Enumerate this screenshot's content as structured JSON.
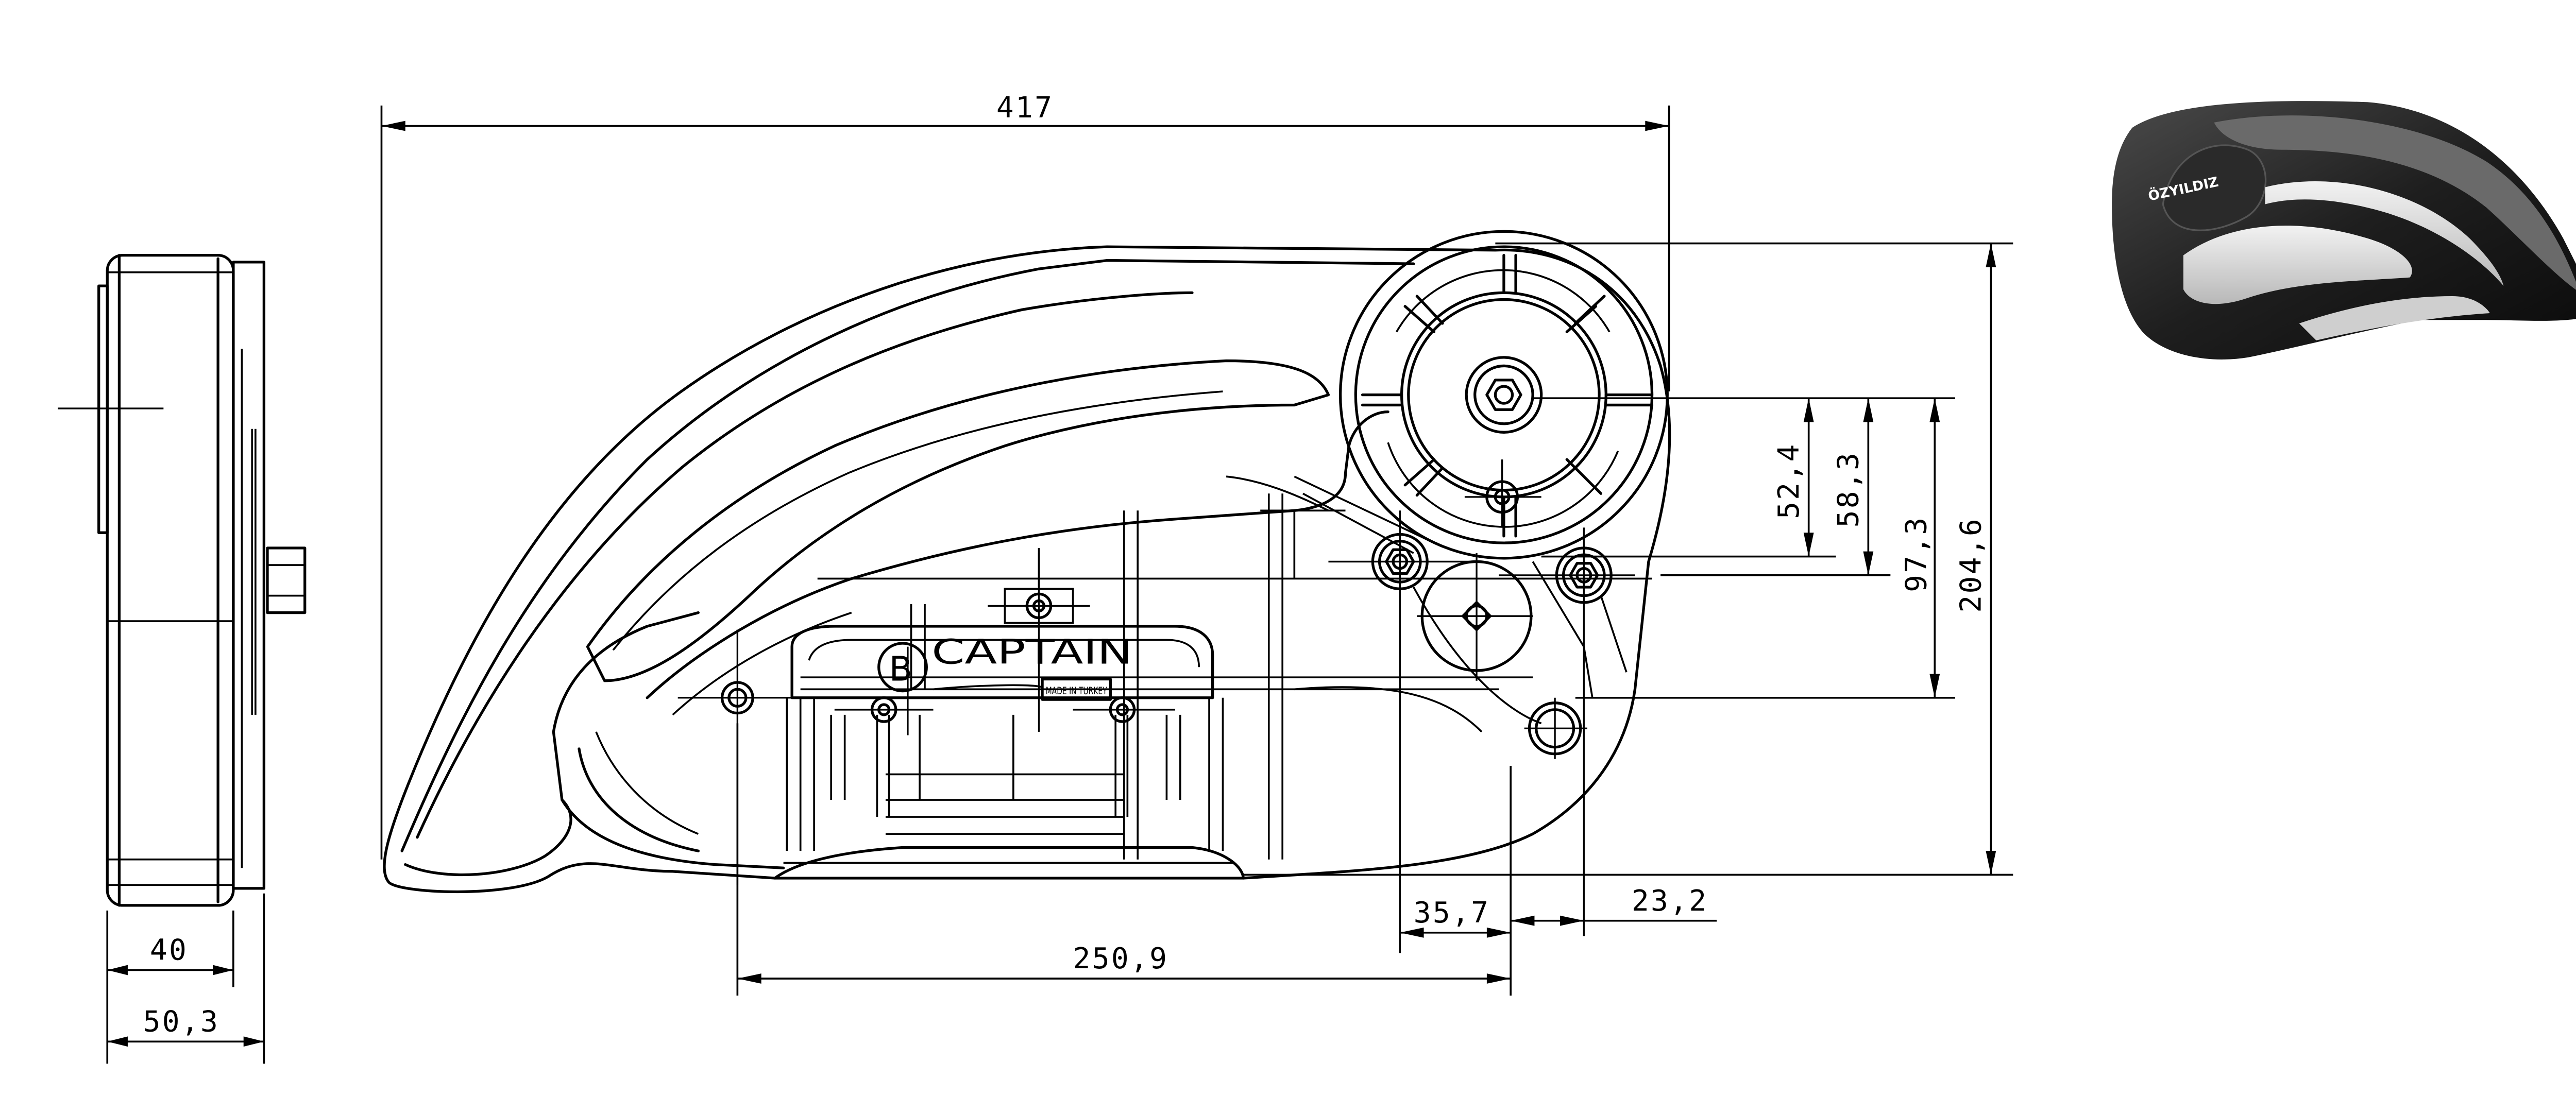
{
  "dimensions": {
    "overall_length": "417",
    "total_height": "204,6",
    "dim_52": "52,4",
    "dim_58": "58,3",
    "dim_97": "97,3",
    "hole_spacing": "35,7",
    "offset_right": "23,2",
    "base_length": "250,9",
    "side_width_inner": "40",
    "side_width_outer": "50,3"
  },
  "labels": {
    "brand": "CAPTAIN",
    "brand_badge": "B",
    "plate_text": "MADE IN TURKEY",
    "render_logo": "ÖZYILDIZ"
  },
  "colors": {
    "line": "#000000",
    "background": "#ffffff",
    "render_shell": "#1e1e1e",
    "render_panel": "#d9d9d9"
  }
}
